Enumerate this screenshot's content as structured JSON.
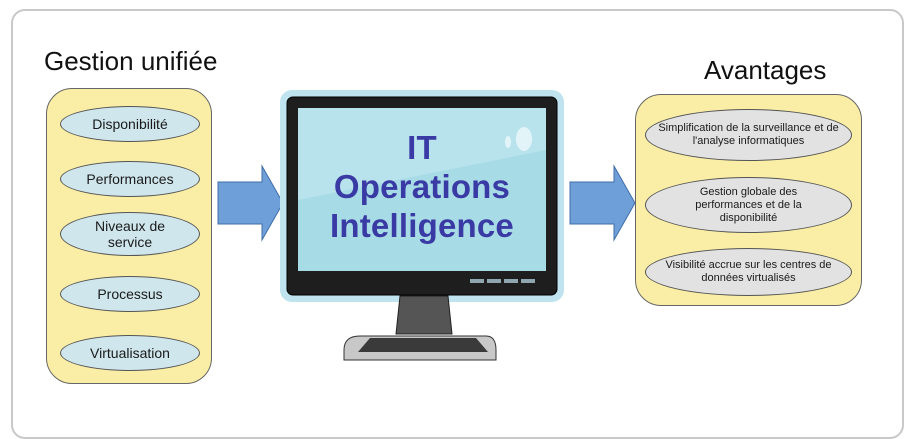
{
  "left_title": "Gestion unifiée",
  "right_title": "Avantages",
  "left_items": [
    "Disponibilité",
    "Performances",
    "Niveaux de service",
    "Processus",
    "Virtualisation"
  ],
  "right_items": [
    "Simplification de la surveillance et de l'analyse informatiques",
    "Gestion globale des performances et de la disponibilité",
    "Visibilité accrue sur les centres de données virtualisés"
  ],
  "monitor": {
    "line1": "IT",
    "line2": "Operations",
    "line3": "Intelligence"
  },
  "colors": {
    "panel": "#faeea6",
    "pill_left": "#cfe6ec",
    "pill_right": "#e2e2e2",
    "arrow": "#6f9fd8",
    "screen": "#a7dbe6",
    "title_text": "#3a3aa5"
  }
}
